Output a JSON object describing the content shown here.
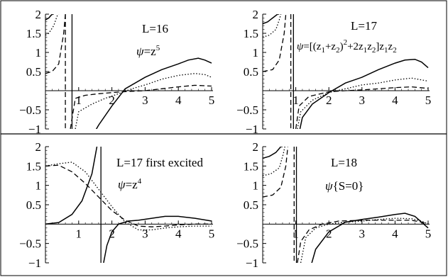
{
  "chart_data": [
    {
      "type": "line",
      "title": "L=16",
      "wavefunction": {
        "psi": "ψ",
        "eq": "=z",
        "sup": "5"
      },
      "xticks": [
        "1",
        "2",
        "3",
        "4",
        "5"
      ],
      "yticks": [
        "−1",
        "−0.5",
        "0.5",
        "1",
        "1.5",
        "2"
      ],
      "xlim": [
        0,
        5
      ],
      "ylim": [
        -1,
        2
      ],
      "series": [
        {
          "style": "solid",
          "x": [
            0.83,
            0.9,
            1.2,
            1.6,
            2.0,
            2.4,
            3.0,
            3.5,
            4.0,
            4.3,
            4.6,
            4.8,
            5.0
          ],
          "y": [
            -1.1,
            -2.0,
            -1.5,
            -0.9,
            -0.4,
            0.05,
            0.35,
            0.55,
            0.7,
            0.8,
            0.85,
            0.8,
            0.72
          ]
        },
        {
          "style": "dotted",
          "x": [
            0.9,
            1.0,
            1.4,
            1.8,
            2.2,
            2.6,
            3.0,
            3.5,
            4.0,
            4.5,
            4.8,
            5.0
          ],
          "y": [
            -1.0,
            -0.55,
            -0.35,
            -0.2,
            -0.08,
            0.05,
            0.15,
            0.3,
            0.4,
            0.45,
            0.42,
            0.35
          ]
        },
        {
          "style": "dashed",
          "x": [
            0.75,
            0.9,
            1.2,
            1.6,
            2.0,
            2.5,
            3.0,
            3.5,
            4.0,
            4.5,
            5.0
          ],
          "y": [
            -1.0,
            -0.2,
            -0.12,
            -0.08,
            -0.05,
            -0.02,
            0.0,
            0.05,
            0.1,
            0.14,
            0.12
          ]
        }
      ],
      "left_branches": [
        {
          "style": "dashed",
          "x": [
            0.0,
            0.2,
            0.4,
            0.55,
            0.6
          ],
          "y": [
            0.45,
            0.5,
            0.7,
            1.5,
            2.0
          ]
        },
        {
          "style": "dotted",
          "x": [
            0.0,
            0.1,
            0.25,
            0.35,
            0.4
          ],
          "y": [
            1.45,
            1.5,
            1.7,
            1.95,
            2.0
          ]
        },
        {
          "style": "solid",
          "x": [
            0.0,
            0.1,
            0.18,
            0.22,
            0.25
          ],
          "y": [
            1.85,
            1.9,
            1.98,
            2.0,
            2.0
          ]
        }
      ],
      "asymptotes": [
        {
          "x": 0.8,
          "style": "solid"
        },
        {
          "x": 0.6,
          "style": "dashed"
        }
      ]
    },
    {
      "type": "line",
      "title": "L=17",
      "wavefunction": {
        "psi": "ψ",
        "eq": "=[(z",
        "s1": "1",
        "t1": "+z",
        "s2": "2",
        "t2": ")",
        "sup": "2",
        "t3": "+2z",
        "s3": "1",
        "t4": "z",
        "s4": "2",
        "t5": "]z",
        "s5": "1",
        "t6": "z",
        "s6": "2"
      },
      "xticks": [
        "1",
        "2",
        "3",
        "4",
        "5"
      ],
      "yticks": [
        "−1",
        "−0.5",
        "0.5",
        "1",
        "1.5",
        "2"
      ],
      "xlim": [
        0,
        5
      ],
      "ylim": [
        -1,
        2
      ],
      "series": [
        {
          "style": "solid",
          "x": [
            1.1,
            1.2,
            1.5,
            2.0,
            2.5,
            3.0,
            3.5,
            4.0,
            4.3,
            4.6,
            4.8,
            5.0
          ],
          "y": [
            -1.1,
            -0.7,
            -0.35,
            -0.05,
            0.2,
            0.35,
            0.55,
            0.72,
            0.8,
            0.82,
            0.75,
            0.6
          ]
        },
        {
          "style": "dotted",
          "x": [
            1.05,
            1.15,
            1.5,
            2.0,
            2.5,
            3.0,
            3.5,
            4.0,
            4.5,
            5.0
          ],
          "y": [
            -1.0,
            -0.55,
            -0.25,
            -0.05,
            0.05,
            0.15,
            0.2,
            0.28,
            0.33,
            0.25
          ]
        },
        {
          "style": "dashed",
          "x": [
            1.0,
            1.1,
            1.4,
            2.0,
            2.5,
            3.0,
            3.5,
            4.0,
            4.5,
            5.0
          ],
          "y": [
            -1.0,
            -0.4,
            -0.15,
            -0.03,
            0.0,
            0.02,
            0.05,
            0.08,
            0.1,
            0.06
          ]
        }
      ],
      "left_branches": [
        {
          "style": "solid",
          "x": [
            0.0,
            0.15,
            0.3,
            0.45,
            0.5
          ],
          "y": [
            1.75,
            1.8,
            1.9,
            2.0,
            2.0
          ]
        },
        {
          "style": "dotted",
          "x": [
            0.0,
            0.2,
            0.4,
            0.5,
            0.55
          ],
          "y": [
            1.4,
            1.45,
            1.6,
            1.85,
            2.0
          ]
        },
        {
          "style": "dashed",
          "x": [
            0.0,
            0.3,
            0.5,
            0.65,
            0.7
          ],
          "y": [
            0.5,
            0.55,
            0.8,
            1.5,
            2.0
          ]
        }
      ],
      "asymptotes": [
        {
          "x": 0.93,
          "style": "solid"
        },
        {
          "x": 0.85,
          "style": "dashed"
        }
      ]
    },
    {
      "type": "line",
      "title": "L=17 first excited",
      "wavefunction": {
        "psi": "ψ",
        "eq": "=z",
        "sup": "4"
      },
      "xticks": [
        "1",
        "2",
        "3",
        "4",
        "5"
      ],
      "yticks": [
        "−1",
        "−0.5",
        "0.5",
        "1",
        "1.5",
        "2"
      ],
      "xlim": [
        0,
        5
      ],
      "ylim": [
        -1,
        2
      ],
      "series": [
        {
          "style": "solid",
          "x": [
            0.0,
            0.4,
            0.8,
            1.1,
            1.4,
            1.55,
            1.6
          ],
          "y": [
            0.0,
            0.04,
            0.25,
            0.6,
            1.3,
            2.0,
            2.4
          ]
        },
        {
          "style": "solid",
          "x": [
            1.75,
            1.85,
            2.0,
            2.2,
            2.5,
            2.8,
            3.2,
            3.6,
            4.0,
            4.5,
            5.0
          ],
          "y": [
            -1.0,
            -0.55,
            -0.2,
            0.0,
            0.08,
            0.1,
            0.15,
            0.2,
            0.2,
            0.15,
            0.08
          ]
        },
        {
          "style": "dotted",
          "x": [
            0.0,
            0.4,
            0.8,
            1.2,
            1.6,
            2.0,
            2.4,
            2.8,
            3.2,
            3.6,
            4.0,
            4.5,
            5.0
          ],
          "y": [
            1.5,
            1.56,
            1.6,
            1.35,
            0.9,
            0.45,
            0.05,
            -0.15,
            -0.15,
            -0.1,
            -0.07,
            -0.05,
            -0.05
          ]
        },
        {
          "style": "dashed",
          "x": [
            0.0,
            0.4,
            0.8,
            1.2,
            1.6,
            2.0,
            2.4,
            2.8,
            3.2,
            3.6,
            4.0,
            4.5,
            5.0
          ],
          "y": [
            1.5,
            1.52,
            1.35,
            1.05,
            0.7,
            0.35,
            0.1,
            -0.05,
            -0.07,
            -0.05,
            -0.02,
            0.0,
            0.0
          ]
        }
      ],
      "left_branches": [],
      "asymptotes": [
        {
          "x": 1.67,
          "style": "solid"
        }
      ]
    },
    {
      "type": "line",
      "title": "L=18",
      "wavefunction": {
        "psi": "ψ",
        "eq": "{S=0}"
      },
      "xticks": [
        "1",
        "2",
        "3",
        "4",
        "5"
      ],
      "yticks": [
        "−1",
        "−0.5",
        "0.5",
        "1",
        "1.5",
        "2"
      ],
      "xlim": [
        0,
        5
      ],
      "ylim": [
        -1,
        2
      ],
      "series": [
        {
          "style": "solid",
          "x": [
            1.45,
            1.6,
            2.0,
            2.5,
            3.0,
            3.5,
            4.0,
            4.3,
            4.6,
            4.8,
            5.0
          ],
          "y": [
            -1.1,
            -0.65,
            -0.2,
            0.05,
            0.12,
            0.18,
            0.25,
            0.28,
            0.2,
            0.05,
            -0.1
          ]
        },
        {
          "style": "dotted",
          "x": [
            1.15,
            1.3,
            1.6,
            2.0,
            2.5,
            3.0,
            3.5,
            4.0,
            4.5,
            4.8,
            5.0
          ],
          "y": [
            -1.0,
            -0.35,
            -0.1,
            0.0,
            0.05,
            0.08,
            0.12,
            0.15,
            0.14,
            0.08,
            0.0
          ]
        },
        {
          "style": "dashed",
          "x": [
            1.05,
            1.15,
            1.4,
            1.8,
            2.3,
            3.0,
            3.5,
            4.0,
            4.5,
            4.8,
            5.0
          ],
          "y": [
            -1.0,
            -0.45,
            -0.15,
            0.0,
            0.08,
            0.1,
            0.1,
            0.1,
            0.1,
            0.05,
            0.0
          ]
        }
      ],
      "left_branches": [
        {
          "style": "solid",
          "x": [
            0.0,
            0.2,
            0.4,
            0.55,
            0.6
          ],
          "y": [
            1.7,
            1.75,
            1.85,
            2.0,
            2.0
          ]
        },
        {
          "style": "dotted",
          "x": [
            0.0,
            0.25,
            0.5,
            0.62,
            0.67
          ],
          "y": [
            1.25,
            1.3,
            1.45,
            1.8,
            2.0
          ]
        },
        {
          "style": "dashed",
          "x": [
            0.0,
            0.3,
            0.55,
            0.7,
            0.76
          ],
          "y": [
            0.7,
            0.75,
            0.95,
            1.5,
            2.0
          ]
        }
      ],
      "asymptotes": [
        {
          "x": 1.02,
          "style": "solid"
        },
        {
          "x": 0.95,
          "style": "dashed"
        }
      ]
    }
  ]
}
